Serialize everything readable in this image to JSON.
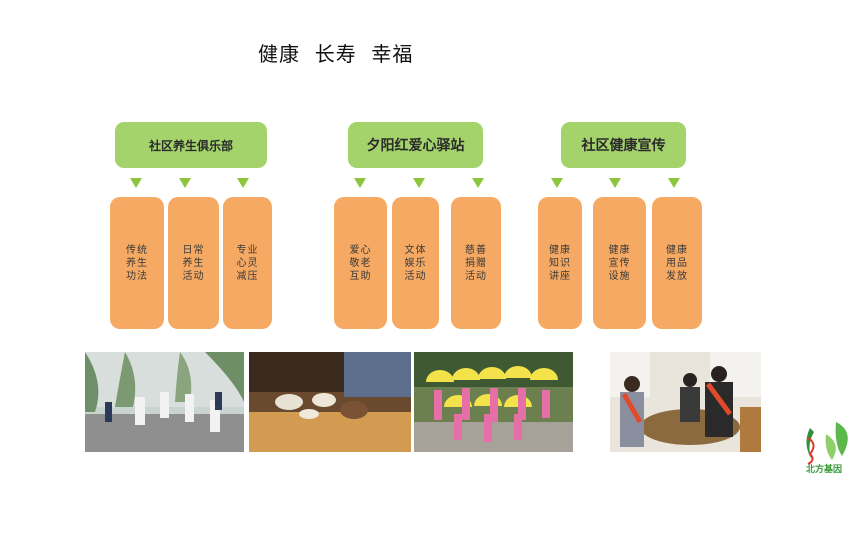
{
  "title": "健康  长寿  幸福",
  "groups": [
    {
      "header": "社区养生俱乐部",
      "items": [
        "传统养生功法",
        "日常养生活动",
        "专业心灵减压"
      ]
    },
    {
      "header": "夕阳红爱心驿站",
      "items": [
        "爱心敬老互助",
        "文体娱乐活动",
        "慈善捐赠活动"
      ]
    },
    {
      "header": "社区健康宣传",
      "items": [
        "健康知识讲座",
        "健康宣传设施",
        "健康用品发放"
      ]
    }
  ],
  "logo": {
    "text": "北方基因"
  },
  "colors": {
    "header": "#a3d36a",
    "arrow": "#8cc63f",
    "box": "#f5a962"
  }
}
